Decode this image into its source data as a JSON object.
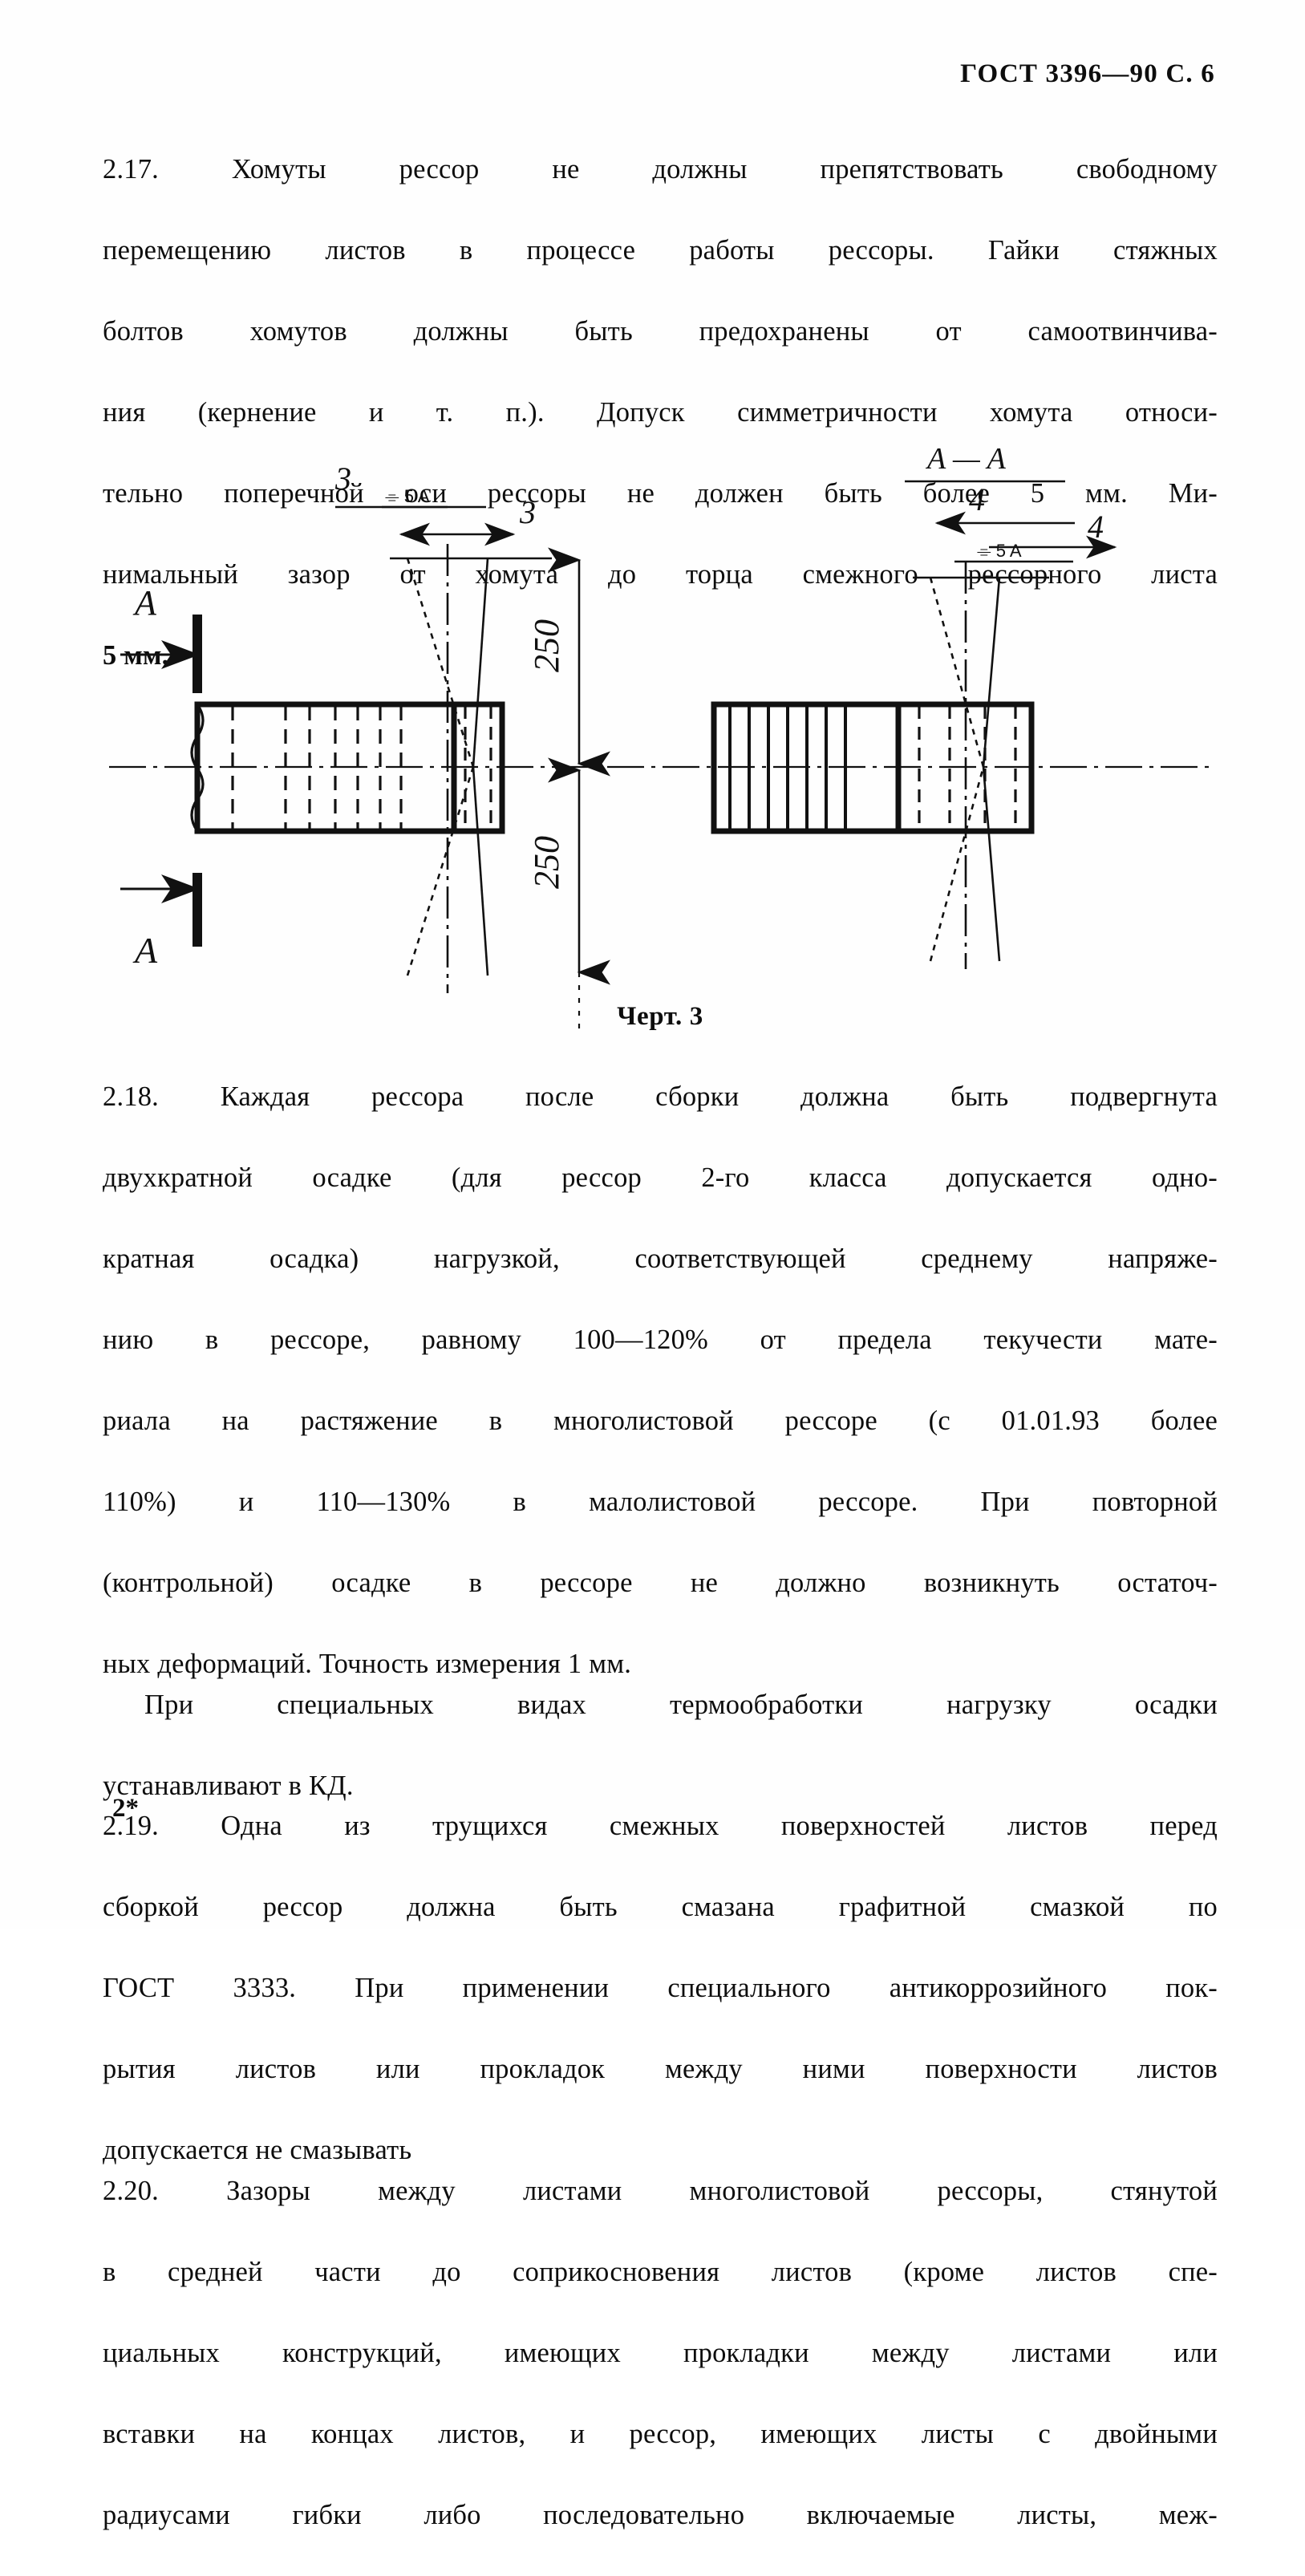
{
  "document": {
    "standard": "ГОСТ 3396—90",
    "page_marker": "С. 6",
    "running_head": "ГОСТ 3396—90 С. 6",
    "folio": "2*",
    "language": "ru"
  },
  "clauses": {
    "c217": {
      "number": "2.17.",
      "line1": "2.17. Хомуты рессор не должны препятствовать свободному",
      "line2": "перемещению листов в процессе работы рессоры. Гайки стяжных",
      "line3": "болтов хомутов должны быть предохранены от самоотвинчива-",
      "line4": "ния (кернение и т. п.). Допуск симметричности хомута относи-",
      "line5": "тельно поперечной оси рессоры не должен быть более 5 мм. Ми-",
      "line6": "нимальный зазор от хомута до торца смежного рессорного листа",
      "line7_bold": "5 мм."
    },
    "c218": {
      "number": "2.18.",
      "line1": "2.18. Каждая рессора после сборки должна быть подвергнута",
      "line2": "двухкратной осадке (для рессор 2-го класса допускается одно-",
      "line3": "кратная осадка) нагрузкой, соответствующей среднему напряже-",
      "line4": "нию в рессоре, равному 100—120% от предела текучести мате-",
      "line5": "риала на растяжение в многолистовой рессоре (с 01.01.93 более",
      "line6": "110%) и 110—130% в малолистовой рессоре. При повторной",
      "line7": "(контрольной) осадке в рессоре не должно возникнуть остаточ-",
      "line8": "ных деформаций. Точность измерения 1 мм."
    },
    "c218b": {
      "line1": "При специальных видах термообработки нагрузку осадки",
      "line2": "устанавливают в КД."
    },
    "c219": {
      "number": "2.19.",
      "line1": "2.19. Одна из трущихся смежных поверхностей листов    перед",
      "line2": "сборкой рессор должна быть смазана   графитной   смазкой   по",
      "line3": "ГОСТ 3333. При применении специального антикоррозийного пок-",
      "line4": "рытия листов или прокладок между ними поверхности    листов",
      "line5": "допускается не смазывать"
    },
    "c220": {
      "number": "2.20.",
      "line1": "2.20. Зазоры между листами многолистовой рессоры, стянутой",
      "line2": "в средней части до соприкосновения листов (кроме   листов спе-",
      "line3": "циальных конструкций, имеющих прокладки между листами или",
      "line4": "вставки на концах листов, и рессор, имеющих листы с двойными",
      "line5": "радиусами гибки либо последовательно включаемые листы, меж-"
    }
  },
  "figure": {
    "caption": "Черт. 3",
    "labels": {
      "section_a_top": "A",
      "section_a_bottom": "A",
      "section_view_title": "A — A",
      "tol_left_top": "3",
      "tol_left_bottom": "3",
      "tol_right_top": "4",
      "tol_right_bottom": "4",
      "dim_upper": "250",
      "dim_lower": "250"
    },
    "tolerance_symbols": {
      "symmetry_left": "⌯ 5 A",
      "symmetry_right": "⌯ 5 A",
      "datum_left": "A"
    }
  }
}
